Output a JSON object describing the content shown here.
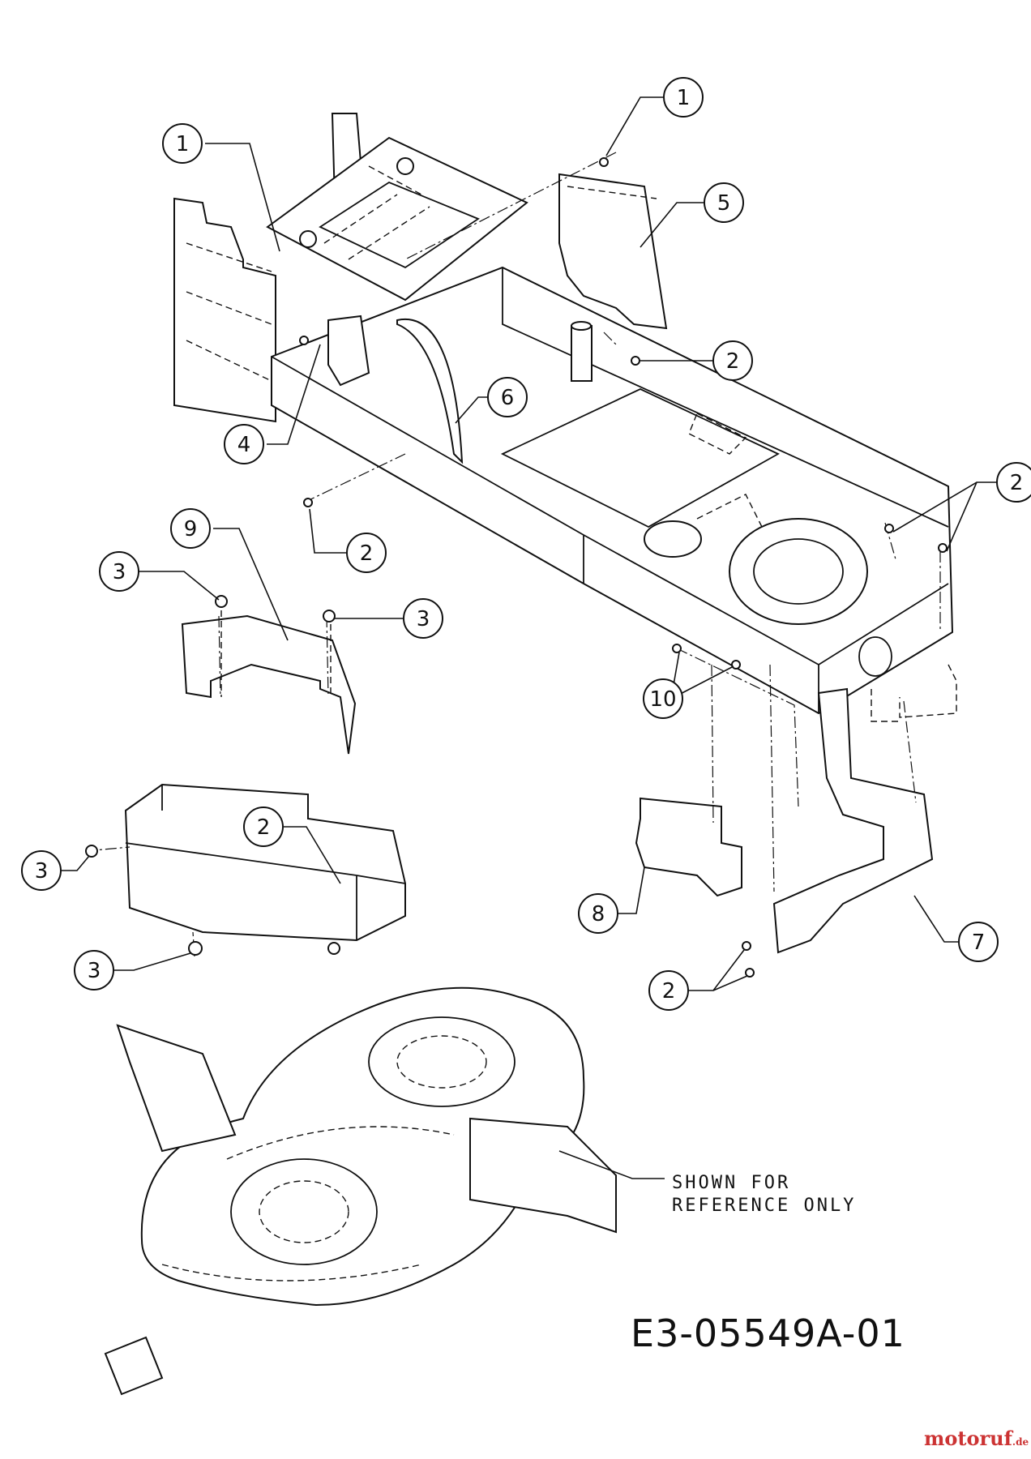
{
  "callouts": [
    {
      "label": "1"
    },
    {
      "label": "1"
    },
    {
      "label": "5"
    },
    {
      "label": "2"
    },
    {
      "label": "6"
    },
    {
      "label": "4"
    },
    {
      "label": "2"
    },
    {
      "label": "2"
    },
    {
      "label": "9"
    },
    {
      "label": "3"
    },
    {
      "label": "3"
    },
    {
      "label": "2"
    },
    {
      "label": "10"
    },
    {
      "label": "3"
    },
    {
      "label": "8"
    },
    {
      "label": "7"
    },
    {
      "label": "3"
    },
    {
      "label": "2"
    }
  ],
  "reference_note": "SHOWN FOR\nREFERENCE ONLY",
  "drawing_code": "E3-05549A-01",
  "watermark": {
    "text": "motoruf",
    "suffix": ".de"
  }
}
